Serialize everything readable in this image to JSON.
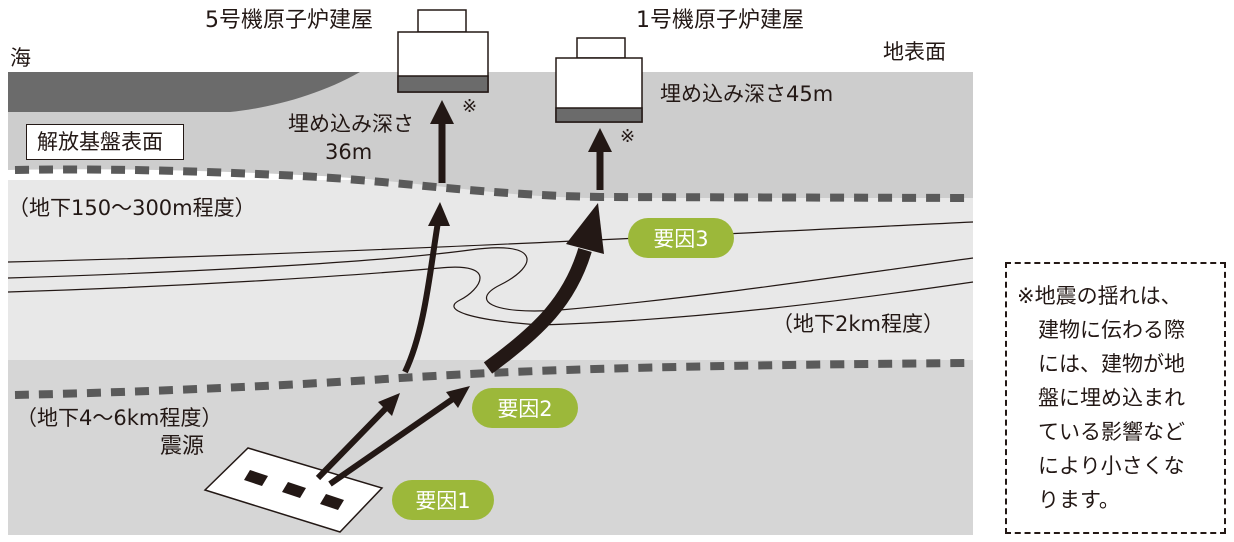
{
  "labels": {
    "sea": "海",
    "ground_surface": "地表面",
    "unit5_building": "5号機原子炉建屋",
    "unit1_building": "1号機原子炉建屋",
    "unit5_depth_line1": "埋め込み深さ",
    "unit5_depth_line2": "36m",
    "unit1_depth": "埋め込み深さ45m",
    "asterisk": "※",
    "bedrock_surface": "解放基盤表面",
    "depth_150_300": "（地下150〜300m程度）",
    "depth_2km": "（地下2km程度）",
    "depth_4_6km": "（地下4〜6km程度）",
    "epicenter": "震源"
  },
  "factors": {
    "factor1": "要因1",
    "factor2": "要因2",
    "factor3": "要因3"
  },
  "note": {
    "lines": [
      "※地震の揺れは、",
      "建物に伝わる際",
      "には、建物が地",
      "盤に埋め込まれ",
      "ている影響など",
      "により小さくな",
      "ります。"
    ]
  },
  "colors": {
    "dark_ground": "#ababab",
    "upper_ground": "#cdcdcd",
    "middle_layer": "#e8e8e8",
    "lower_layer": "#d6d6d6",
    "sea_dark": "#6b6b6b",
    "pill_green": "#9cb83a",
    "ink": "#231815"
  }
}
